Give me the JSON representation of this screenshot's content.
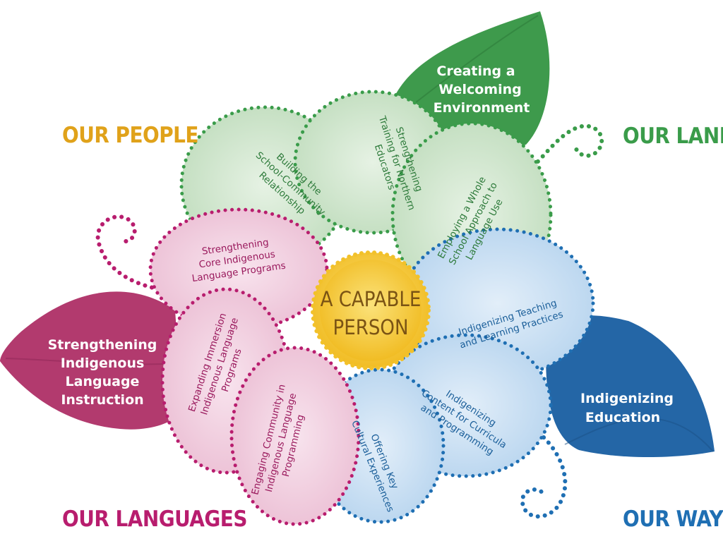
{
  "colors": {
    "green": "#3a9c4a",
    "green_fill": "#cfe6cc",
    "magenta": "#b81d6e",
    "magenta_fill": "#f2cfe0",
    "blue": "#1f6fb3",
    "blue_fill": "#c7def2",
    "yellow": "#f2c12a",
    "people_label": "#e0a21a",
    "land_label": "#3a9c4a",
    "languages_label": "#b81d6e",
    "ways_label": "#1f6fb3"
  },
  "corners": {
    "people": "OUR PEOPLE",
    "land": "OUR LAND",
    "languages": "OUR LANGUAGES",
    "ways": "OUR WAYS"
  },
  "center": {
    "line1": "A CAPABLE",
    "line2": "PERSON"
  },
  "leaves": {
    "green": [
      "Creating a",
      "Welcoming",
      "Environment"
    ],
    "magenta": [
      "Strengthening",
      "Indigenous",
      "Language",
      "Instruction"
    ],
    "blue": [
      "Indigenizing",
      "Education"
    ]
  },
  "petals": {
    "school_community": [
      "Building the",
      "School-Community",
      "Relationship"
    ],
    "training_educators": [
      "Strengthening",
      "Training for Northern",
      "Educators"
    ],
    "whole_school": [
      "Employing a Whole",
      "School Approach to",
      "Language Use"
    ],
    "teaching_learning": [
      "Indigenizing Teaching",
      "and Learning Practices"
    ],
    "content_curricula": [
      "Indigenizing",
      "Content for Curricula",
      "and Programming"
    ],
    "cultural_experiences": [
      "Offering Key",
      "Cultural Experiences"
    ],
    "engaging_community": [
      "Engaging Community in",
      "Indigenous Language",
      "Programming"
    ],
    "immersion_programs": [
      "Expanding Immersion",
      "Indigenous Language",
      "Programs"
    ],
    "core_programs": [
      "Strengthening",
      "Core Indigenous",
      "Language Programs"
    ]
  }
}
